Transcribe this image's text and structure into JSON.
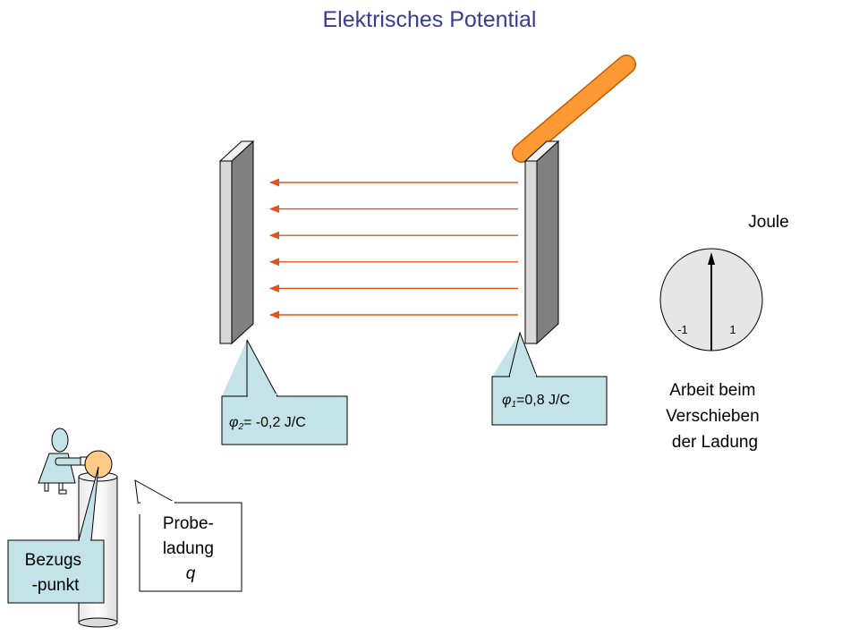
{
  "title": "Elektrisches Potential",
  "phi2": {
    "symbol": "φ",
    "sub": "2",
    "value": "= -0,2 J/C"
  },
  "phi1": {
    "symbol": "φ",
    "sub": "1",
    "value": "=0,8 J/C"
  },
  "meter": {
    "unit": "Joule",
    "min_label": "-1",
    "max_label": "1",
    "reading": 0,
    "caption": [
      "Arbeit beim",
      "Verschieben",
      "der Ladung"
    ]
  },
  "probe": {
    "lines": [
      "Probe-",
      "ladung"
    ],
    "symbol": "q"
  },
  "reference": {
    "lines": [
      "Bezugs",
      "-punkt"
    ]
  },
  "field_arrows": 6,
  "colors": {
    "title": "#3a3a9a",
    "field_arrow": "#e8501a",
    "callout_fill": "#c3e3e8",
    "gauge_fill": "#e6e6e6",
    "rod": "#ff9933",
    "person": "#c3e3e8",
    "probe_head": "#ffcc88"
  }
}
